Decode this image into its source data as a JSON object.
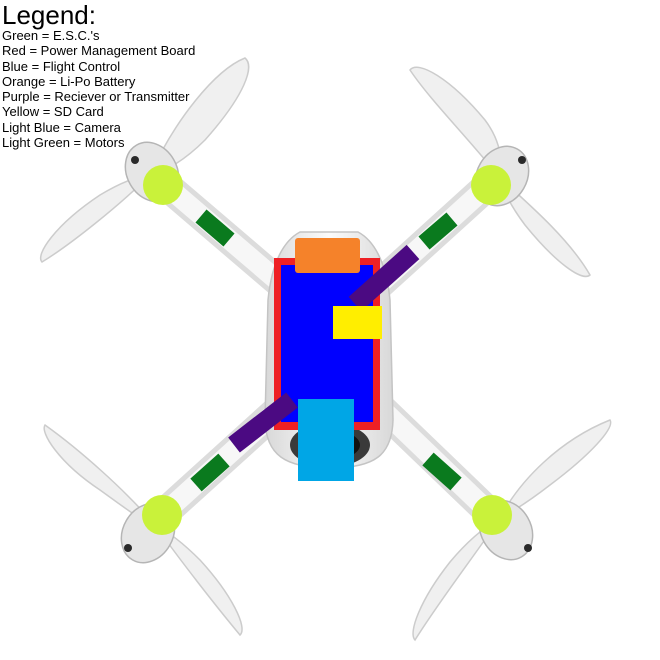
{
  "legend": {
    "title": "Legend:",
    "entries": [
      "Green = E.S.C.'s",
      "Red = Power Management Board",
      "Blue = Flight Control",
      "Orange = Li-Po Battery",
      "Purple = Reciever or Transmitter",
      "Yellow = SD Card",
      "Light Blue = Camera",
      "Light Green = Motors"
    ]
  },
  "colors": {
    "esc": "#0a7a1e",
    "power_board": "#ee2024",
    "flight_control": "#0000ff",
    "battery": "#f5822a",
    "receiver": "#4b0a82",
    "sd_card": "#ffee00",
    "camera": "#00a6e6",
    "motor": "#c9f23a",
    "drone_body": "#f2f2f2",
    "propeller": "#efefef"
  }
}
